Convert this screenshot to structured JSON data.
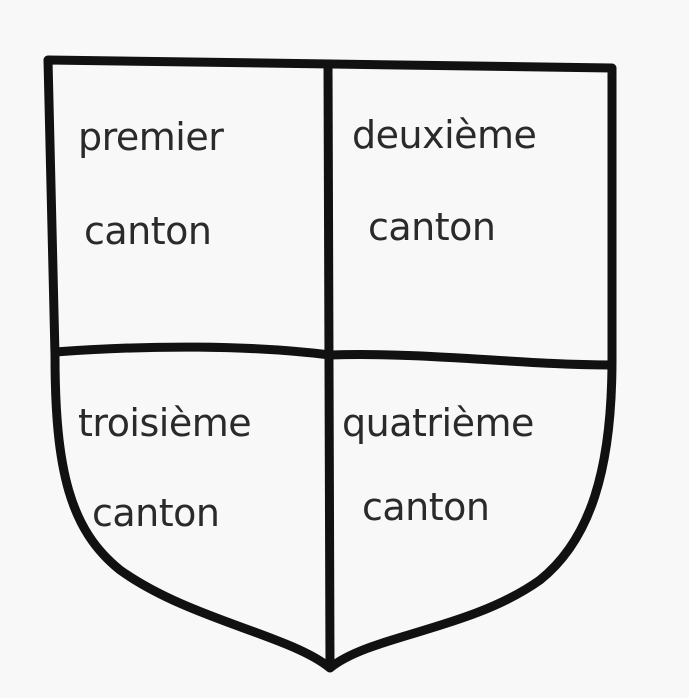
{
  "shield": {
    "quarters": [
      {
        "position": "top-left",
        "line1": "premier",
        "line2": "canton"
      },
      {
        "position": "top-right",
        "line1": "deuxième",
        "line2": "canton"
      },
      {
        "position": "bottom-left",
        "line1": "troisième",
        "line2": "canton"
      },
      {
        "position": "bottom-right",
        "line1": "quatrième",
        "line2": "canton"
      }
    ],
    "stroke_color": "#111111",
    "background_color": "#f8f8f8"
  }
}
